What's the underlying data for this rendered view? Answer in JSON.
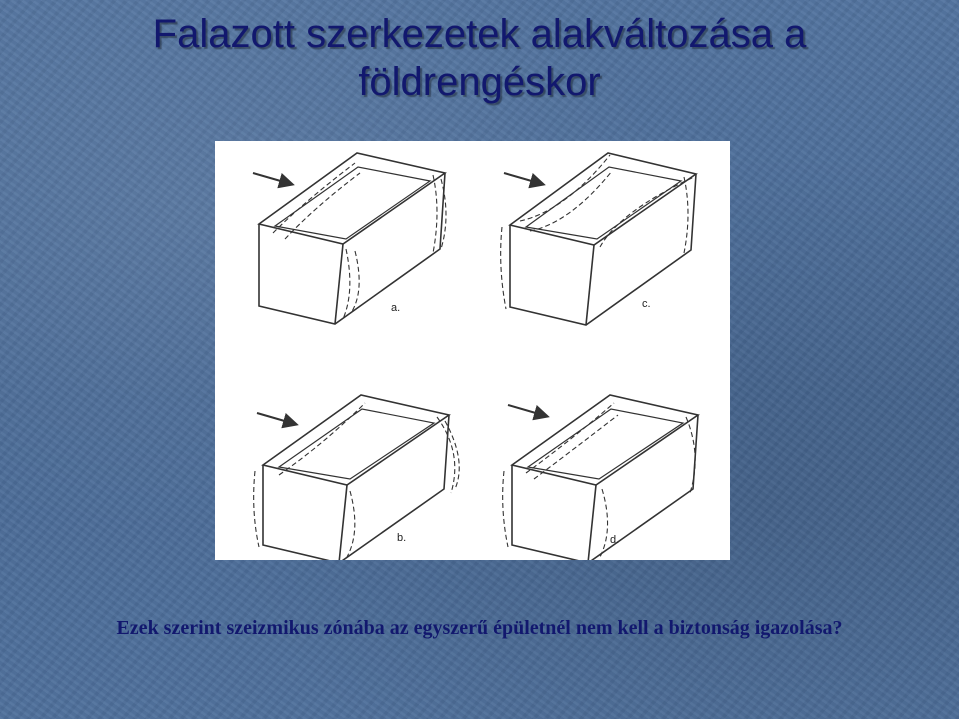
{
  "slide": {
    "title_line1": "Falazott szerkezetek alakváltozása a",
    "title_line2": "földrengéskor",
    "caption": "Ezek szerint szeizmikus zónába az egyszerű épületnél nem kell a biztonság igazolása?"
  },
  "figure": {
    "panels": [
      {
        "label": "a."
      },
      {
        "label": "c."
      },
      {
        "label": "b."
      },
      {
        "label": "d."
      }
    ]
  }
}
